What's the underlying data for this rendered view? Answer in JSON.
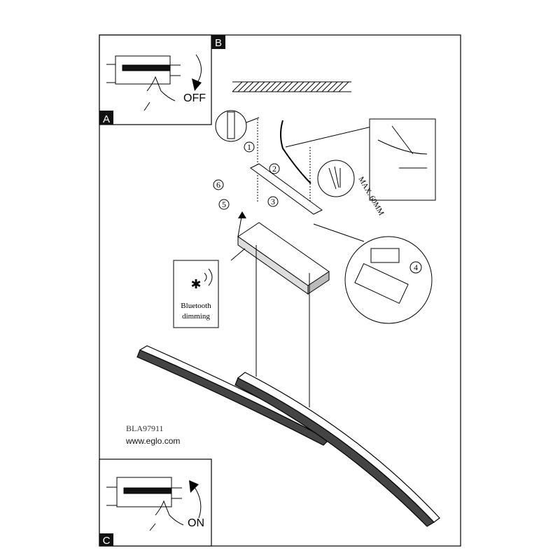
{
  "panels": {
    "a_label": "A",
    "b_label": "B",
    "c_label": "C",
    "off_text": "OFF",
    "on_text": "ON"
  },
  "steps": [
    "1",
    "2",
    "3",
    "4",
    "5",
    "6"
  ],
  "bluetooth": {
    "line1": "Bluetooth",
    "line2": "dimming"
  },
  "max_cable": "MAX. 60MM",
  "model": "BLA97911",
  "website": "www.eglo.com"
}
